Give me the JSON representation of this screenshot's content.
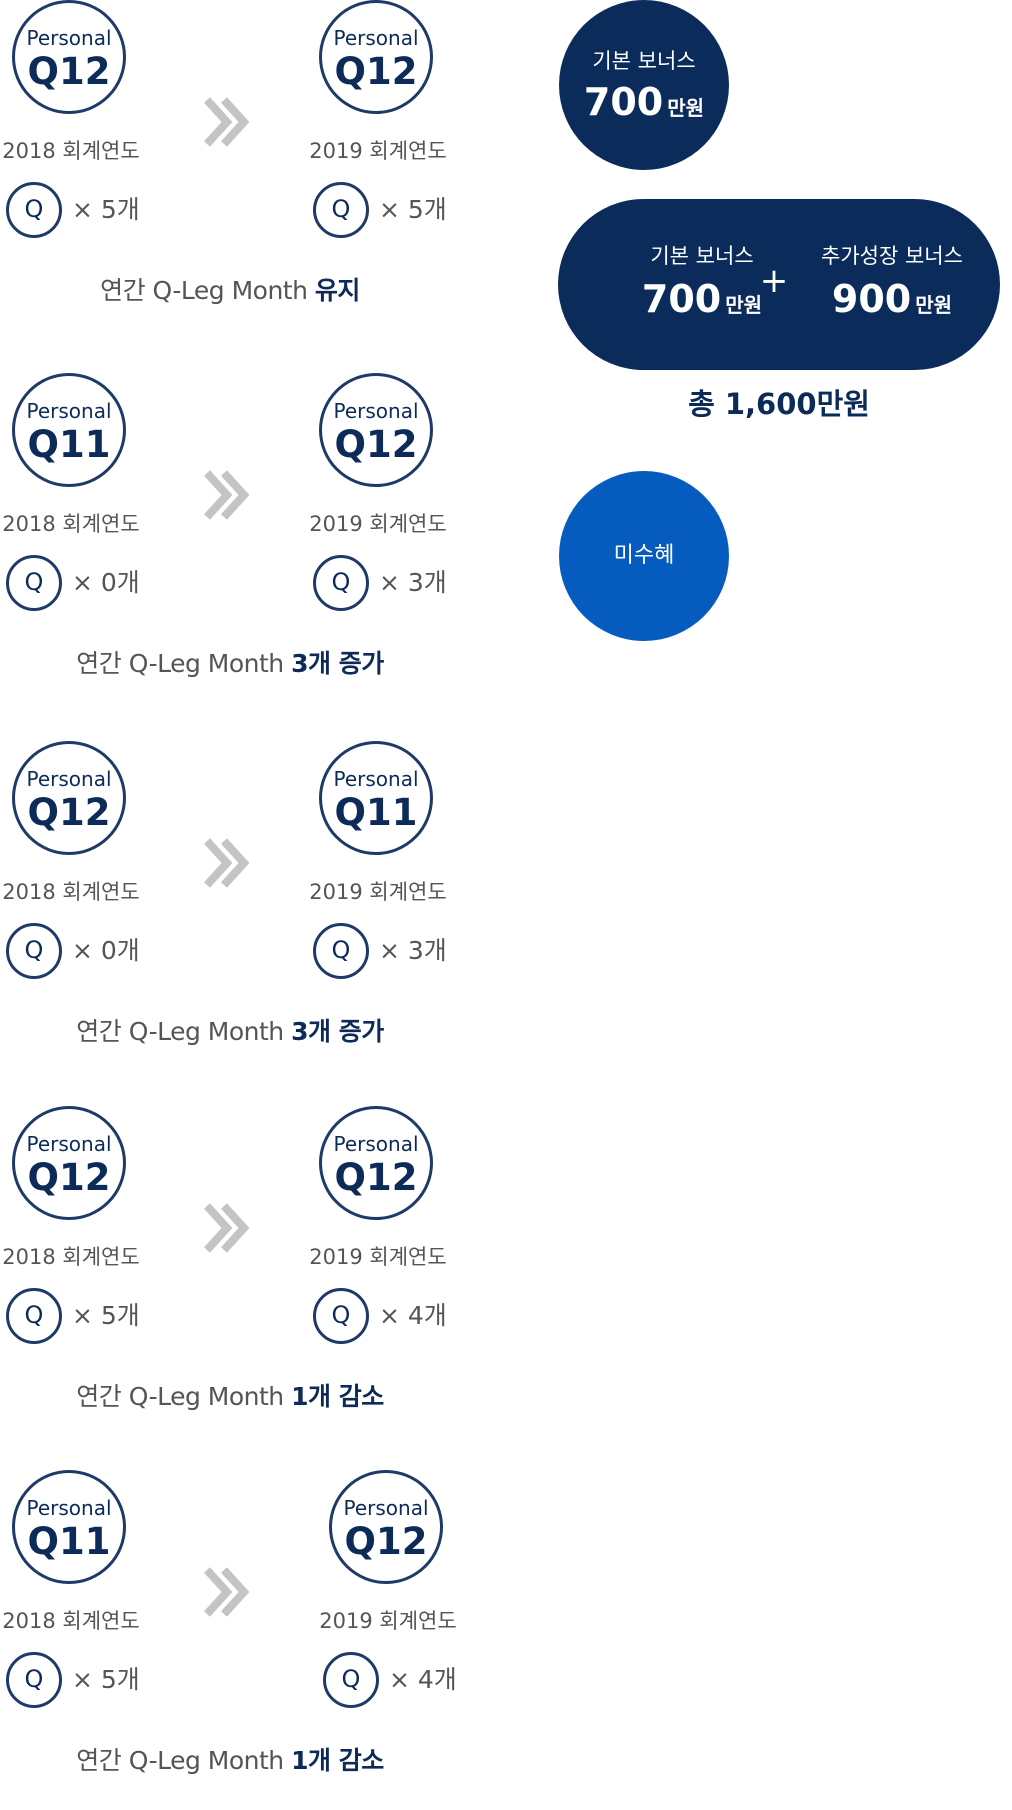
{
  "cases": [
    {
      "from": {
        "title": "Personal",
        "q": "Q12",
        "year": "2018 회계연도",
        "q_icon": "Q",
        "count": "× 5개"
      },
      "to": {
        "title": "Personal",
        "q": "Q12",
        "year": "2019 회계연도",
        "q_icon": "Q",
        "count": "× 5개"
      },
      "summary_prefix": "연간 Q-Leg Month ",
      "summary_highlight": "유지"
    },
    {
      "from": {
        "title": "Personal",
        "q": "Q11",
        "year": "2018 회계연도",
        "q_icon": "Q",
        "count": "× 0개"
      },
      "to": {
        "title": "Personal",
        "q": "Q12",
        "year": "2019 회계연도",
        "q_icon": "Q",
        "count": "× 3개"
      },
      "summary_prefix": "연간 Q-Leg Month ",
      "summary_highlight": "3개 증가"
    },
    {
      "from": {
        "title": "Personal",
        "q": "Q12",
        "year": "2018 회계연도",
        "q_icon": "Q",
        "count": "× 0개"
      },
      "to": {
        "title": "Personal",
        "q": "Q11",
        "year": "2019 회계연도",
        "q_icon": "Q",
        "count": "× 3개"
      },
      "summary_prefix": "연간 Q-Leg Month ",
      "summary_highlight": "3개 증가"
    },
    {
      "from": {
        "title": "Personal",
        "q": "Q12",
        "year": "2018 회계연도",
        "q_icon": "Q",
        "count": "× 5개"
      },
      "to": {
        "title": "Personal",
        "q": "Q12",
        "year": "2019 회계연도",
        "q_icon": "Q",
        "count": "× 4개"
      },
      "summary_prefix": "연간 Q-Leg Month ",
      "summary_highlight": "1개 감소"
    },
    {
      "from": {
        "title": "Personal",
        "q": "Q11",
        "year": "2018 회계연도",
        "q_icon": "Q",
        "count": "× 5개"
      },
      "to": {
        "title": "Personal",
        "q": "Q12",
        "year": "2019 회계연도",
        "q_icon": "Q",
        "count": "× 4개"
      },
      "summary_prefix": "연간 Q-Leg Month ",
      "summary_highlight": "1개 감소"
    }
  ],
  "bonus_basic": {
    "label": "기본 보너스",
    "amount": "700",
    "unit": "만원"
  },
  "bonus_combined": {
    "basic": {
      "label": "기본 보너스",
      "amount": "700",
      "unit": "만원"
    },
    "plus": "+",
    "extra": {
      "label": "추가성장 보너스",
      "amount": "900",
      "unit": "만원"
    },
    "total": "총 1,600만원"
  },
  "not_received": {
    "label": "미수혜"
  },
  "colors": {
    "navy": "#0b2c5b",
    "blue": "#065bbf",
    "arrow": "#c4c4c4",
    "text": "#555555"
  },
  "icons": {
    "arrow": "double-chevron-right-icon"
  }
}
